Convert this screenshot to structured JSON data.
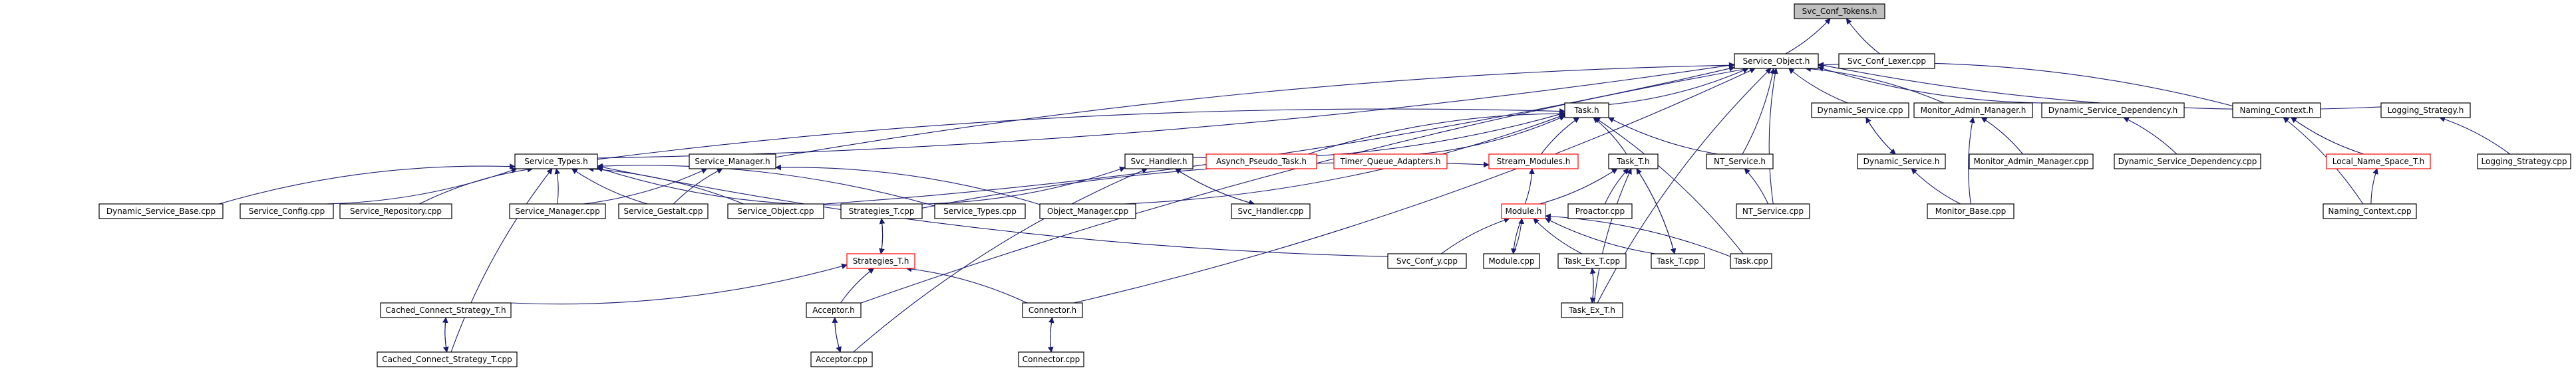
{
  "graph": {
    "colors": {
      "background": "#ffffff",
      "edge": "#191970",
      "root_fill": "#bfbfbf",
      "node_fill": "#ffffff",
      "node_border": "#000000",
      "missing_border": "#ff0000",
      "text": "#000000"
    },
    "nodes": [
      {
        "id": "svc_conf_tokens_h",
        "label": "Svc_Conf_Tokens.h",
        "kind": "root"
      },
      {
        "id": "service_object_h",
        "label": "Service_Object.h",
        "kind": "normal"
      },
      {
        "id": "svc_conf_lexer_cpp",
        "label": "Svc_Conf_Lexer.cpp",
        "kind": "normal"
      },
      {
        "id": "task_h",
        "label": "Task.h",
        "kind": "normal"
      },
      {
        "id": "dynamic_service_cpp",
        "label": "Dynamic_Service.cpp",
        "kind": "normal"
      },
      {
        "id": "monitor_admin_manager_h",
        "label": "Monitor_Admin_Manager.h",
        "kind": "normal"
      },
      {
        "id": "dynamic_service_dependency_h",
        "label": "Dynamic_Service_Dependency.h",
        "kind": "normal"
      },
      {
        "id": "naming_context_h",
        "label": "Naming_Context.h",
        "kind": "normal"
      },
      {
        "id": "logging_strategy_h",
        "label": "Logging_Strategy.h",
        "kind": "normal"
      },
      {
        "id": "service_types_h",
        "label": "Service_Types.h",
        "kind": "normal"
      },
      {
        "id": "service_manager_h",
        "label": "Service_Manager.h",
        "kind": "normal"
      },
      {
        "id": "svc_handler_h",
        "label": "Svc_Handler.h",
        "kind": "normal"
      },
      {
        "id": "asynch_pseudo_task_h",
        "label": "Asynch_Pseudo_Task.h",
        "kind": "missing"
      },
      {
        "id": "timer_queue_adapters_h",
        "label": "Timer_Queue_Adapters.h",
        "kind": "missing"
      },
      {
        "id": "stream_modules_h",
        "label": "Stream_Modules.h",
        "kind": "missing"
      },
      {
        "id": "task_t_h",
        "label": "Task_T.h",
        "kind": "normal"
      },
      {
        "id": "nt_service_h",
        "label": "NT_Service.h",
        "kind": "normal"
      },
      {
        "id": "dynamic_service_h",
        "label": "Dynamic_Service.h",
        "kind": "normal"
      },
      {
        "id": "monitor_admin_manager_cpp",
        "label": "Monitor_Admin_Manager.cpp",
        "kind": "normal"
      },
      {
        "id": "dynamic_service_dependency_cpp",
        "label": "Dynamic_Service_Dependency.cpp",
        "kind": "normal"
      },
      {
        "id": "local_name_space_t_h",
        "label": "Local_Name_Space_T.h",
        "kind": "missing"
      },
      {
        "id": "logging_strategy_cpp",
        "label": "Logging_Strategy.cpp",
        "kind": "normal"
      },
      {
        "id": "dynamic_service_base_cpp",
        "label": "Dynamic_Service_Base.cpp",
        "kind": "normal"
      },
      {
        "id": "service_config_cpp",
        "label": "Service_Config.cpp",
        "kind": "normal"
      },
      {
        "id": "service_repository_cpp",
        "label": "Service_Repository.cpp",
        "kind": "normal"
      },
      {
        "id": "service_manager_cpp",
        "label": "Service_Manager.cpp",
        "kind": "normal"
      },
      {
        "id": "service_gestalt_cpp",
        "label": "Service_Gestalt.cpp",
        "kind": "normal"
      },
      {
        "id": "service_object_cpp",
        "label": "Service_Object.cpp",
        "kind": "normal"
      },
      {
        "id": "strategies_t_cpp",
        "label": "Strategies_T.cpp",
        "kind": "normal"
      },
      {
        "id": "service_types_cpp",
        "label": "Service_Types.cpp",
        "kind": "normal"
      },
      {
        "id": "object_manager_cpp",
        "label": "Object_Manager.cpp",
        "kind": "normal"
      },
      {
        "id": "svc_handler_cpp",
        "label": "Svc_Handler.cpp",
        "kind": "normal"
      },
      {
        "id": "module_h",
        "label": "Module.h",
        "kind": "missing"
      },
      {
        "id": "proactor_cpp",
        "label": "Proactor.cpp",
        "kind": "normal"
      },
      {
        "id": "nt_service_cpp",
        "label": "NT_Service.cpp",
        "kind": "normal"
      },
      {
        "id": "monitor_base_cpp",
        "label": "Monitor_Base.cpp",
        "kind": "normal"
      },
      {
        "id": "naming_context_cpp",
        "label": "Naming_Context.cpp",
        "kind": "normal"
      },
      {
        "id": "strategies_t_h",
        "label": "Strategies_T.h",
        "kind": "missing"
      },
      {
        "id": "svc_conf_y_cpp",
        "label": "Svc_Conf_y.cpp",
        "kind": "normal"
      },
      {
        "id": "module_cpp",
        "label": "Module.cpp",
        "kind": "normal"
      },
      {
        "id": "task_ex_t_cpp",
        "label": "Task_Ex_T.cpp",
        "kind": "normal"
      },
      {
        "id": "task_t_cpp",
        "label": "Task_T.cpp",
        "kind": "normal"
      },
      {
        "id": "task_cpp",
        "label": "Task.cpp",
        "kind": "normal"
      },
      {
        "id": "cached_connect_strategy_t_h",
        "label": "Cached_Connect_Strategy_T.h",
        "kind": "normal"
      },
      {
        "id": "acceptor_h",
        "label": "Acceptor.h",
        "kind": "normal"
      },
      {
        "id": "connector_h",
        "label": "Connector.h",
        "kind": "normal"
      },
      {
        "id": "task_ex_t_h",
        "label": "Task_Ex_T.h",
        "kind": "normal"
      },
      {
        "id": "cached_connect_strategy_t_cpp",
        "label": "Cached_Connect_Strategy_T.cpp",
        "kind": "normal"
      },
      {
        "id": "acceptor_cpp",
        "label": "Acceptor.cpp",
        "kind": "normal"
      },
      {
        "id": "connector_cpp",
        "label": "Connector.cpp",
        "kind": "normal"
      }
    ],
    "edges": [
      [
        "svc_conf_tokens_h",
        "service_object_h"
      ],
      [
        "svc_conf_tokens_h",
        "svc_conf_lexer_cpp"
      ],
      [
        "service_object_h",
        "task_h"
      ],
      [
        "service_object_h",
        "dynamic_service_cpp"
      ],
      [
        "service_object_h",
        "monitor_admin_manager_h"
      ],
      [
        "service_object_h",
        "dynamic_service_dependency_h"
      ],
      [
        "service_object_h",
        "naming_context_h"
      ],
      [
        "service_object_h",
        "logging_strategy_h"
      ],
      [
        "service_object_h",
        "service_types_h"
      ],
      [
        "service_object_h",
        "service_manager_h"
      ],
      [
        "service_object_h",
        "nt_service_h"
      ],
      [
        "service_object_h",
        "nt_service_cpp"
      ],
      [
        "service_object_h",
        "service_object_cpp"
      ],
      [
        "service_object_h",
        "task_ex_t_h"
      ],
      [
        "service_object_h",
        "connector_h"
      ],
      [
        "service_object_h",
        "acceptor_h"
      ],
      [
        "task_h",
        "svc_handler_h"
      ],
      [
        "task_h",
        "asynch_pseudo_task_h"
      ],
      [
        "task_h",
        "timer_queue_adapters_h"
      ],
      [
        "task_h",
        "stream_modules_h"
      ],
      [
        "task_h",
        "task_t_h"
      ],
      [
        "task_h",
        "nt_service_h"
      ],
      [
        "task_h",
        "task_cpp"
      ],
      [
        "task_h",
        "service_types_h"
      ],
      [
        "task_h",
        "object_manager_cpp"
      ],
      [
        "dynamic_service_cpp",
        "dynamic_service_h"
      ],
      [
        "dynamic_service_h",
        "dynamic_service_cpp"
      ],
      [
        "dynamic_service_h",
        "monitor_base_cpp"
      ],
      [
        "monitor_admin_manager_h",
        "monitor_admin_manager_cpp"
      ],
      [
        "monitor_admin_manager_h",
        "monitor_base_cpp"
      ],
      [
        "dynamic_service_dependency_h",
        "dynamic_service_dependency_cpp"
      ],
      [
        "naming_context_h",
        "local_name_space_t_h"
      ],
      [
        "naming_context_h",
        "naming_context_cpp"
      ],
      [
        "local_name_space_t_h",
        "naming_context_cpp"
      ],
      [
        "logging_strategy_h",
        "logging_strategy_cpp"
      ],
      [
        "service_types_h",
        "dynamic_service_base_cpp"
      ],
      [
        "service_types_h",
        "service_config_cpp"
      ],
      [
        "service_types_h",
        "service_repository_cpp"
      ],
      [
        "service_types_h",
        "service_manager_cpp"
      ],
      [
        "service_types_h",
        "service_gestalt_cpp"
      ],
      [
        "service_types_h",
        "service_object_cpp"
      ],
      [
        "service_types_h",
        "strategies_t_cpp"
      ],
      [
        "service_types_h",
        "service_types_cpp"
      ],
      [
        "service_types_h",
        "svc_conf_y_cpp"
      ],
      [
        "service_manager_h",
        "service_manager_cpp"
      ],
      [
        "service_manager_h",
        "service_gestalt_cpp"
      ],
      [
        "service_manager_h",
        "object_manager_cpp"
      ],
      [
        "svc_handler_h",
        "svc_handler_cpp"
      ],
      [
        "svc_handler_h",
        "strategies_t_cpp"
      ],
      [
        "svc_handler_h",
        "acceptor_cpp"
      ],
      [
        "stream_modules_h",
        "module_h"
      ],
      [
        "stream_modules_h",
        "strategies_t_cpp"
      ],
      [
        "task_t_h",
        "module_h"
      ],
      [
        "task_t_h",
        "proactor_cpp"
      ],
      [
        "task_t_h",
        "task_t_cpp"
      ],
      [
        "task_t_h",
        "task_ex_t_h"
      ],
      [
        "nt_service_h",
        "nt_service_cpp"
      ],
      [
        "module_h",
        "svc_conf_y_cpp"
      ],
      [
        "module_h",
        "module_cpp"
      ],
      [
        "module_h",
        "task_t_cpp"
      ],
      [
        "module_h",
        "task_cpp"
      ],
      [
        "module_h",
        "task_ex_t_cpp"
      ],
      [
        "task_ex_t_cpp",
        "task_ex_t_h"
      ],
      [
        "task_ex_t_h",
        "task_ex_t_cpp"
      ],
      [
        "strategies_t_cpp",
        "strategies_t_h"
      ],
      [
        "strategies_t_h",
        "strategies_t_cpp"
      ],
      [
        "strategies_t_h",
        "cached_connect_strategy_t_h"
      ],
      [
        "strategies_t_h",
        "acceptor_h"
      ],
      [
        "strategies_t_h",
        "connector_h"
      ],
      [
        "cached_connect_strategy_t_h",
        "cached_connect_strategy_t_cpp"
      ],
      [
        "cached_connect_strategy_t_cpp",
        "cached_connect_strategy_t_h"
      ],
      [
        "acceptor_h",
        "acceptor_cpp"
      ],
      [
        "acceptor_cpp",
        "acceptor_h"
      ],
      [
        "connector_h",
        "connector_cpp"
      ],
      [
        "connector_cpp",
        "connector_h"
      ],
      [
        "service_types_h",
        "cached_connect_strategy_t_cpp"
      ],
      [
        "module_cpp",
        "module_h"
      ],
      [
        "task_t_cpp",
        "task_t_h"
      ],
      [
        "svc_handler_cpp",
        "svc_handler_h"
      ]
    ]
  }
}
